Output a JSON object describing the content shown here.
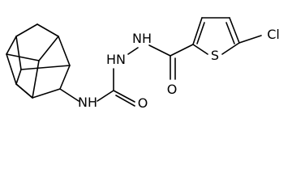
{
  "molecule": {
    "atoms": {
      "nh_amide": "NH",
      "nh_hydrazine_1": "HN",
      "nh_hydrazine_2": "NH",
      "o_urea": "O",
      "o_carbonyl": "O",
      "s_thiophene": "S",
      "cl": "Cl"
    }
  }
}
